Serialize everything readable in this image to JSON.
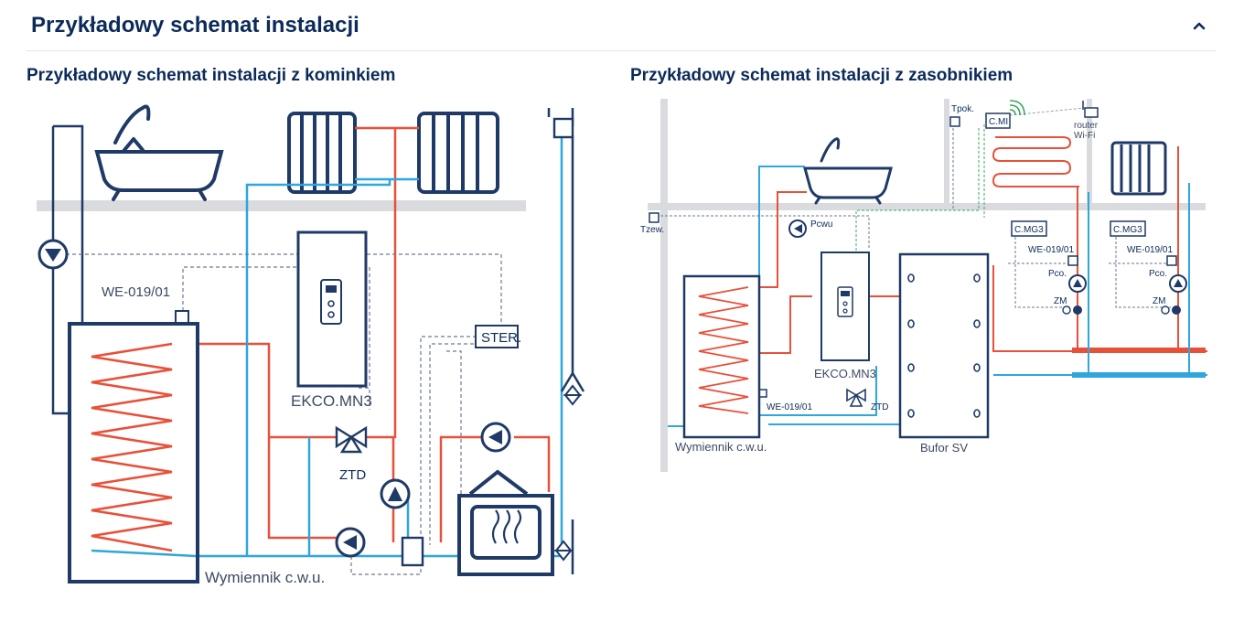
{
  "section": {
    "title": "Przykładowy schemat instalacji",
    "toggle_icon": "chevron-up-icon"
  },
  "left_diagram": {
    "title": "Przykładowy schemat instalacji z kominkiem",
    "labels": {
      "sensor": "WE-019/01",
      "controller": "EKCO.MN3",
      "valve": "ZTD",
      "thermostat": "STER.",
      "exchanger": "Wymiennik c.w.u."
    }
  },
  "right_diagram": {
    "title": "Przykładowy schemat instalacji z zasobnikiem",
    "labels": {
      "room_temp": "Tpok.",
      "module_mi": "C.MI",
      "router_line1": "router",
      "router_line2": "Wi-Fi",
      "outdoor_temp": "Tzew.",
      "pump_dhw": "Pcwu",
      "module_mg3_a": "C.MG3",
      "module_mg3_b": "C.MG3",
      "sensor_a": "WE-019/01",
      "sensor_b": "WE-019/01",
      "pump_co_a": "Pco.",
      "pump_co_b": "Pco.",
      "valve_zm_a": "ZM",
      "valve_zm_b": "ZM",
      "controller": "EKCO.MN3",
      "sensor_c": "WE-019/01",
      "valve": "ZTD",
      "exchanger": "Wymiennik c.w.u.",
      "buffer": "Bufor SV"
    }
  },
  "colors": {
    "navy": "#1f3a66",
    "red": "#e8503a",
    "blue": "#2fa6dc",
    "gray": "#d9dbde",
    "green": "#3aa860"
  }
}
